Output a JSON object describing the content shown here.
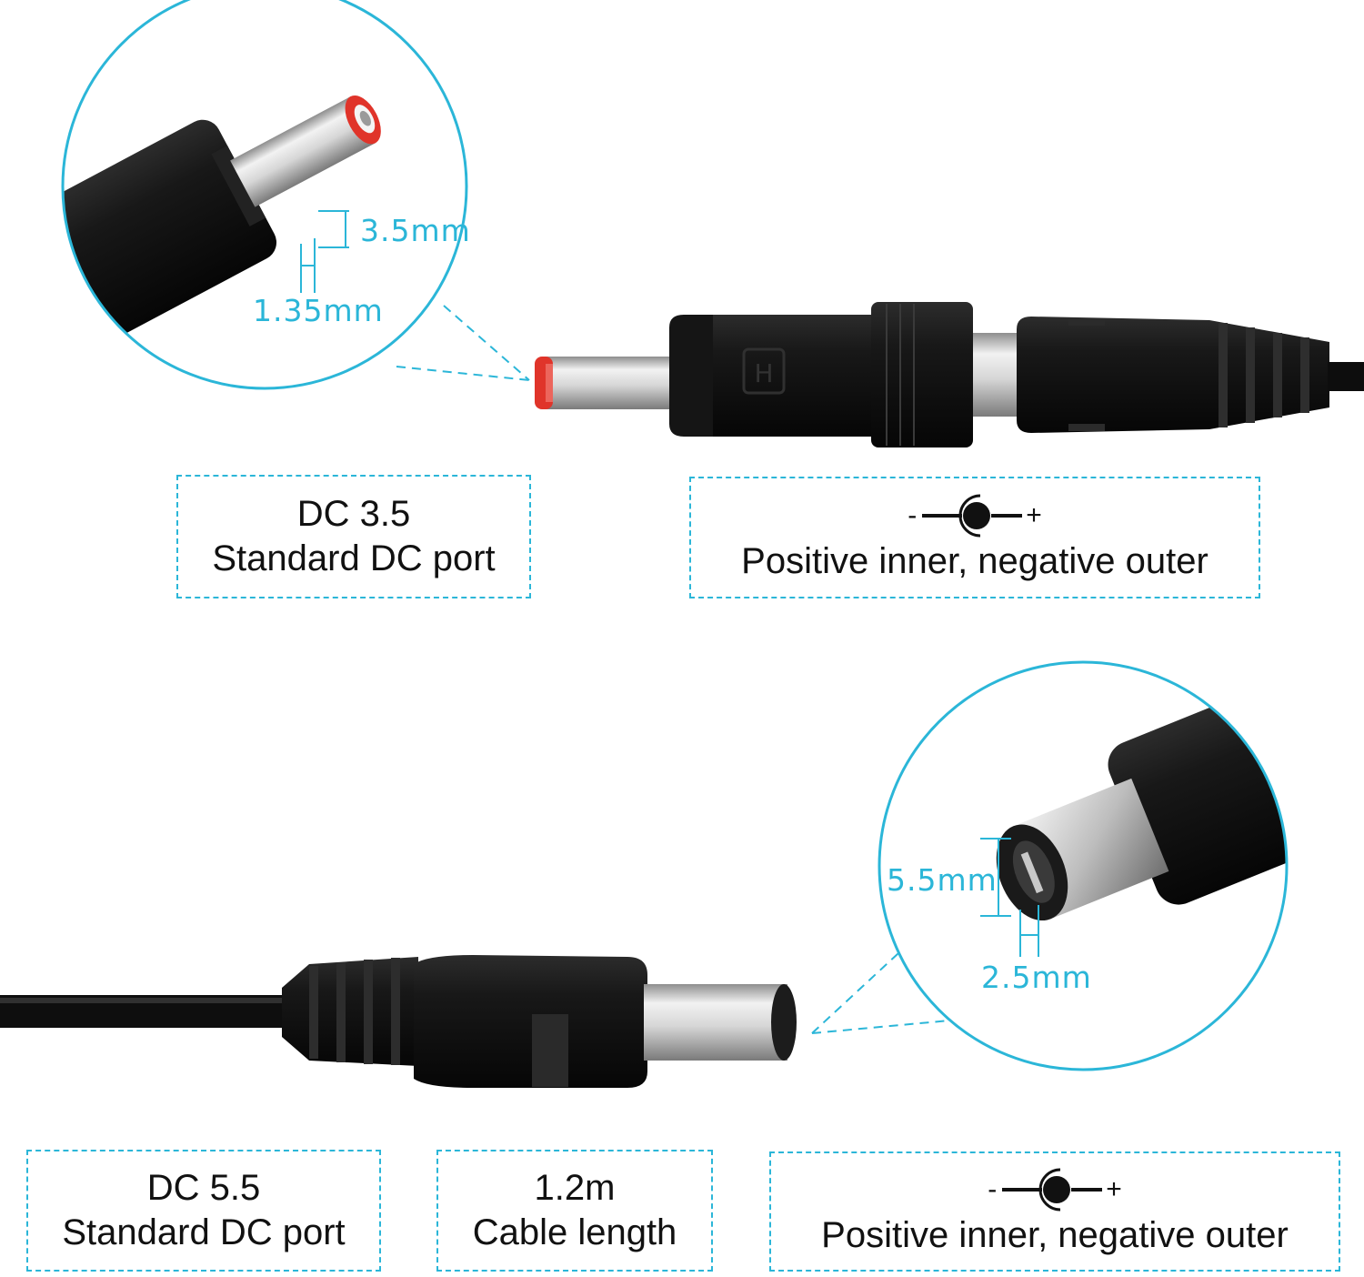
{
  "colors": {
    "accent": "#2bb6d8",
    "plug_body": "#121212",
    "metal": "#c9c9c9",
    "tip_red": "#e0342a"
  },
  "top_connector": {
    "zoom_labels": {
      "outer_diameter": "3.5mm",
      "inner_diameter": "1.35mm"
    },
    "port_label": {
      "line1": "DC 3.5",
      "line2": "Standard DC port"
    },
    "polarity": {
      "negative": "-",
      "positive": "+",
      "text": "Positive inner, negative outer"
    }
  },
  "bottom_connector": {
    "zoom_labels": {
      "outer_diameter": "5.5mm",
      "inner_diameter": "2.5mm"
    },
    "port_label": {
      "line1": "DC 5.5",
      "line2": "Standard DC port"
    },
    "cable": {
      "line1": "1.2m",
      "line2": "Cable length"
    },
    "polarity": {
      "negative": "-",
      "positive": "+",
      "text": "Positive inner, negative outer"
    }
  }
}
